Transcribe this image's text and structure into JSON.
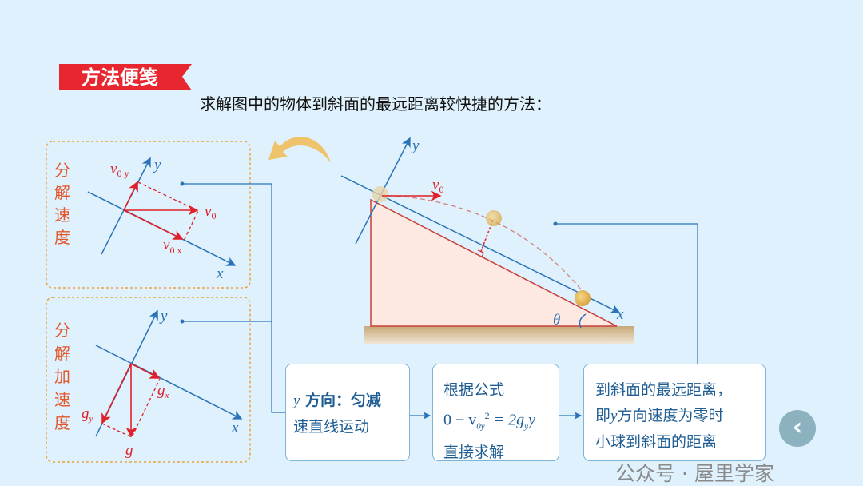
{
  "banner": {
    "label": "方法便笺",
    "color": "#e8262f"
  },
  "title": "求解图中的物体到斜面的最远距离较快捷的方法：",
  "panel_velocity": {
    "label_chars": [
      "分",
      "解",
      "速",
      "度"
    ],
    "axis_x": "x",
    "axis_y": "y",
    "v0": "v",
    "v0_sub": "0",
    "v0y": "v",
    "v0y_sub": "0 y",
    "v0x": "v",
    "v0x_sub": "0 x"
  },
  "panel_accel": {
    "label_chars": [
      "分",
      "解",
      "加",
      "速",
      "度"
    ],
    "axis_x": "x",
    "axis_y": "y",
    "g": "g",
    "gx": "g",
    "gx_sub": "x",
    "gy": "g",
    "gy_sub": "y"
  },
  "main_diagram": {
    "axis_x": "x",
    "axis_y": "y",
    "v0": "v",
    "v0_sub": "0",
    "angle": "θ"
  },
  "steps": [
    {
      "var": "y",
      "line1": " 方向：匀减",
      "line2": "速直线运动"
    },
    {
      "line1": "根据公式",
      "formula": "0 − v",
      "formula_sub": "0y",
      "formula_sup": "2",
      "formula_rest": " = 2g",
      "formula_rest_sub": "y",
      "formula_end": "y",
      "line3": "直接求解"
    },
    {
      "line1": "到斜面的最远距离，",
      "line2_a": "即",
      "line2_var": "y",
      "line2_b": "方向速度为零时",
      "line3": "小球到斜面的距离"
    }
  ],
  "watermark": "公众号 · 屋里学家",
  "back_icon": "chevron-left-icon",
  "colors": {
    "vector_red": "#e0202a",
    "axis_blue": "#2a73b8",
    "label_orange": "#e2562a",
    "dash_border": "#e8a33a"
  }
}
